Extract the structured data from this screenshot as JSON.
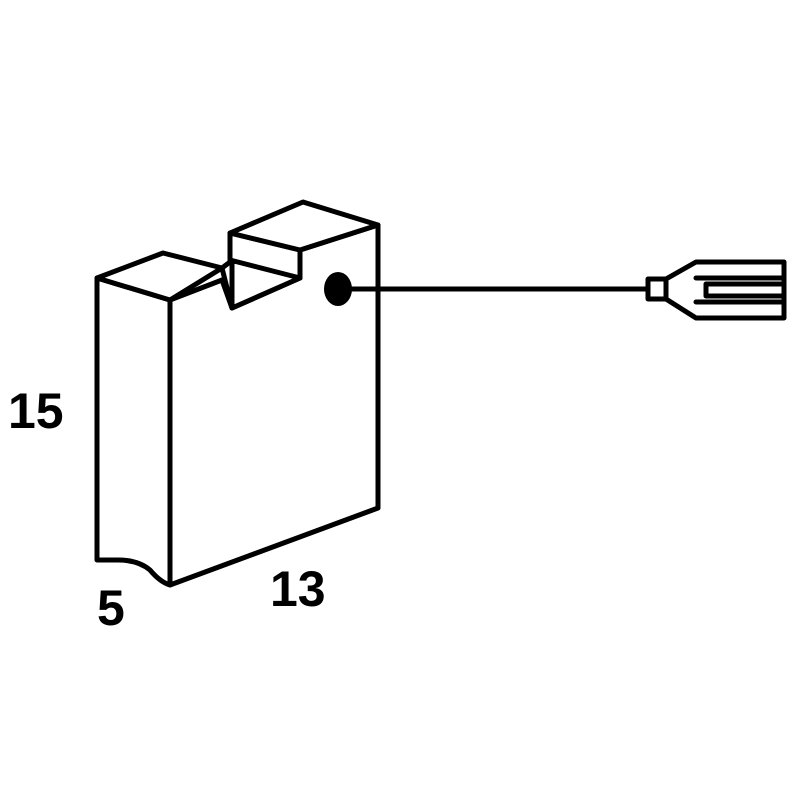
{
  "dimensions": {
    "height": "15",
    "thickness": "5",
    "width": "13"
  },
  "colors": {
    "stroke": "#000000",
    "fill": "#ffffff"
  },
  "icons": {
    "brush": "carbon-brush-icon",
    "terminal": "spade-terminal-icon"
  }
}
